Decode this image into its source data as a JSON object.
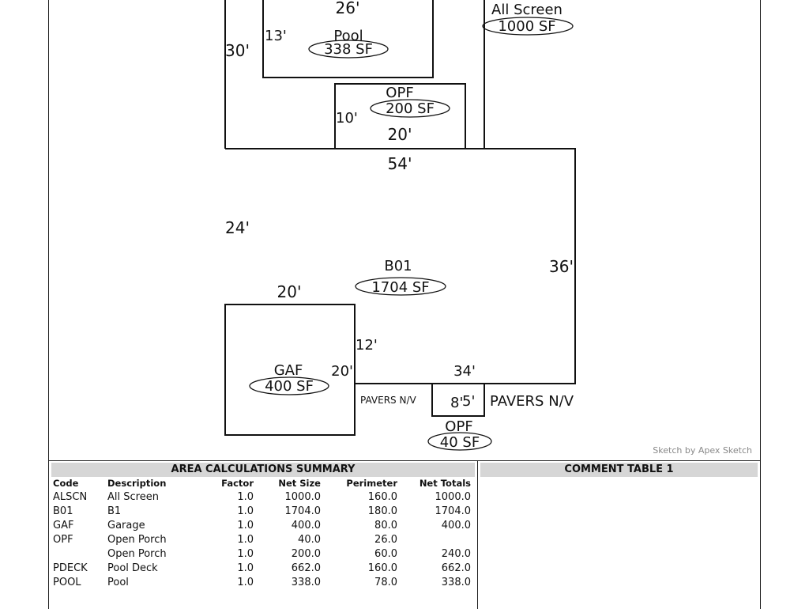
{
  "sketch": {
    "rooms": {
      "alscn": {
        "name": "All Screen",
        "area": "1000 SF"
      },
      "pool": {
        "name": "Pool",
        "area": "338 SF"
      },
      "opf_top": {
        "name": "OPF",
        "area": "200 SF"
      },
      "b01": {
        "name": "B01",
        "area": "1704 SF"
      },
      "gaf": {
        "name": "GAF",
        "area": "400 SF"
      },
      "opf_bottom": {
        "name": "OPF",
        "area": "40 SF"
      }
    },
    "dimensions": {
      "pool_width": "26'",
      "pool_depth": "13'",
      "screen_height": "30'",
      "opf_top_depth": "10'",
      "opf_top_width": "20'",
      "b01_top": "54'",
      "b01_left": "24'",
      "b01_right": "36'",
      "gar_top": "20'",
      "gar_right_upper": "12'",
      "gar_right_lower": "20'",
      "b01_bottom": "34'",
      "opf_bottom_width": "8'",
      "opf_bottom_depth": "5'"
    },
    "notes": {
      "pavers_left": "PAVERS N/V",
      "pavers_right": "PAVERS N/V"
    },
    "credit": "Sketch by Apex Sketch"
  },
  "area_summary": {
    "title": "AREA CALCULATIONS SUMMARY",
    "columns": [
      "Code",
      "Description",
      "Factor",
      "Net Size",
      "Perimeter",
      "Net Totals"
    ],
    "rows": [
      [
        "ALSCN",
        "All Screen",
        "1.0",
        "1000.0",
        "160.0",
        "1000.0"
      ],
      [
        "B01",
        "B1",
        "1.0",
        "1704.0",
        "180.0",
        "1704.0"
      ],
      [
        "GAF",
        "Garage",
        "1.0",
        "400.0",
        "80.0",
        "400.0"
      ],
      [
        "OPF",
        "Open Porch",
        "1.0",
        "40.0",
        "26.0",
        ""
      ],
      [
        "",
        "Open Porch",
        "1.0",
        "200.0",
        "60.0",
        "240.0"
      ],
      [
        "PDECK",
        "Pool Deck",
        "1.0",
        "662.0",
        "160.0",
        "662.0"
      ],
      [
        "POOL",
        "Pool",
        "1.0",
        "338.0",
        "78.0",
        "338.0"
      ]
    ]
  },
  "comment_table": {
    "title": "COMMENT TABLE 1"
  }
}
